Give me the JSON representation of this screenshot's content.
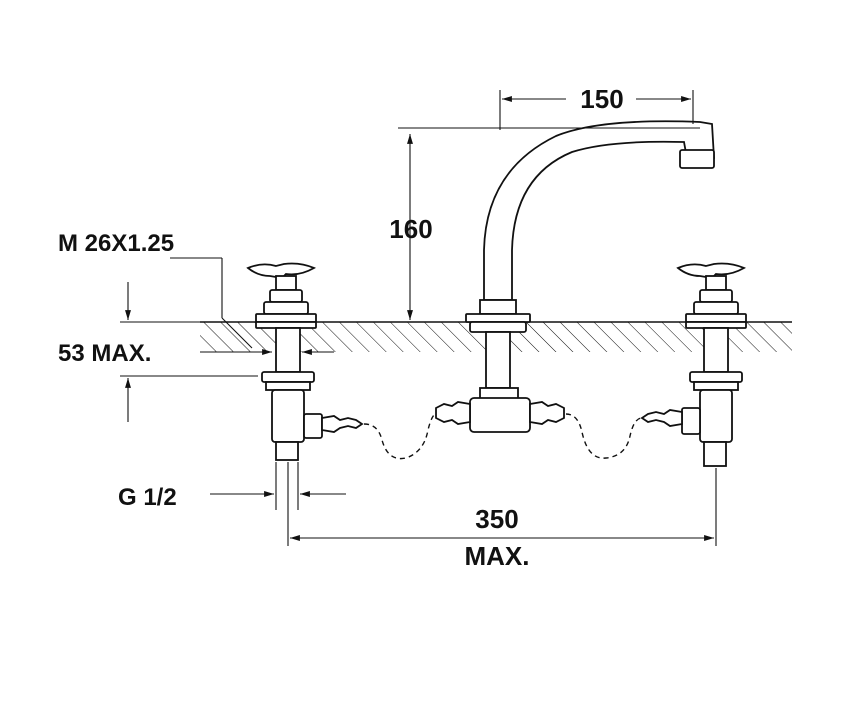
{
  "labels": {
    "spout_reach": "150",
    "spout_height": "160",
    "thread": "M 26X1.25",
    "deck_thickness": "53 MAX.",
    "connection": "G 1/2",
    "spacing_value": "350",
    "spacing_suffix": "MAX."
  },
  "colors": {
    "line": "#111111",
    "background": "#ffffff"
  }
}
